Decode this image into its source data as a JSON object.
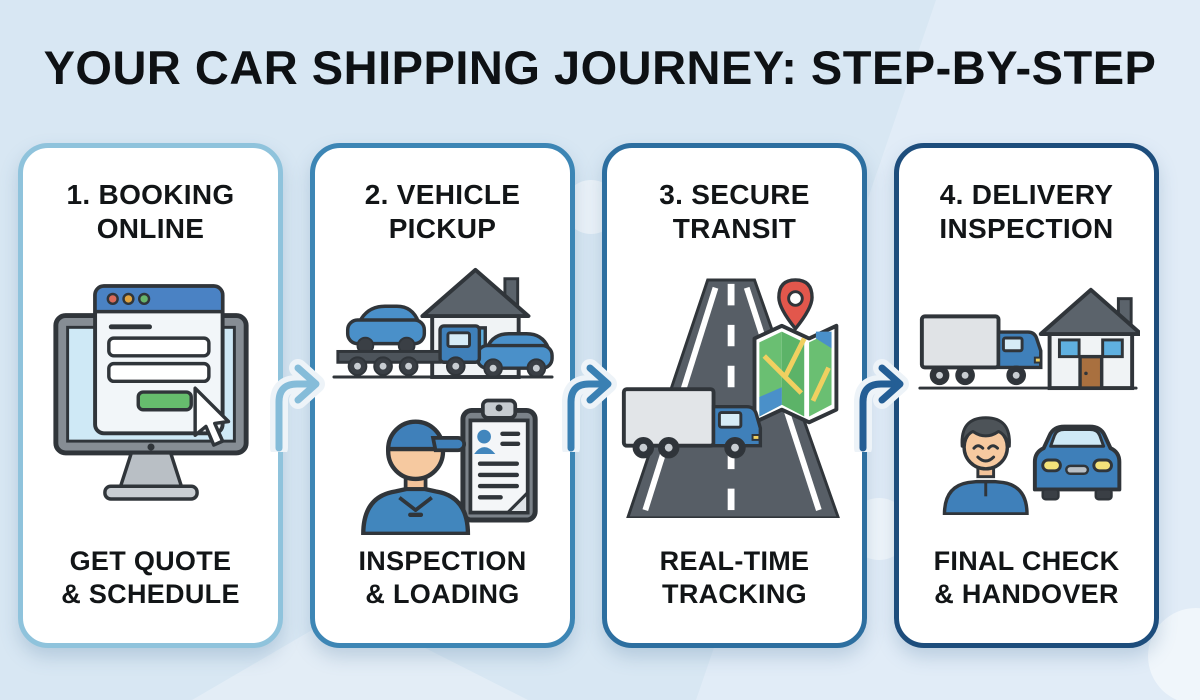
{
  "title": "YOUR CAR SHIPPING JOURNEY: STEP-BY-STEP",
  "steps": [
    {
      "heading_line1": "1. BOOKING",
      "heading_line2": "ONLINE",
      "caption_line1": "GET QUOTE",
      "caption_line2": "& SCHEDULE",
      "icon": "booking-monitor-icon",
      "border_color": "#8fc3dc"
    },
    {
      "heading_line1": "2. VEHICLE",
      "heading_line2": "PICKUP",
      "caption_line1": "INSPECTION",
      "caption_line2": "& LOADING",
      "icon": "tow-truck-house-icon, inspector-clipboard-icon",
      "border_color": "#3d86b5"
    },
    {
      "heading_line1": "3. SECURE",
      "heading_line2": "TRANSIT",
      "caption_line1": "REAL-TIME",
      "caption_line2": "TRACKING",
      "icon": "highway-truck-map-icon",
      "border_color": "#2d6fa0"
    },
    {
      "heading_line1": "4. DELIVERY",
      "heading_line2": "INSPECTION",
      "caption_line1": "FINAL CHECK",
      "caption_line2": "& HANDOVER",
      "icon": "delivery-truck-house-icon, customer-car-icon",
      "border_color": "#1d4d7c"
    }
  ],
  "arrows": [
    {
      "color": "#85bcd9"
    },
    {
      "color": "#3a80b3"
    },
    {
      "color": "#245e95"
    }
  ],
  "colors": {
    "background": "#d8e7f3",
    "card_background": "#ffffff",
    "title_text": "#0e1114",
    "accent_blue": "#3f80ba",
    "button_green": "#66bd6d",
    "map_pin_red": "#e2574c",
    "outline_dark": "#30353a"
  }
}
